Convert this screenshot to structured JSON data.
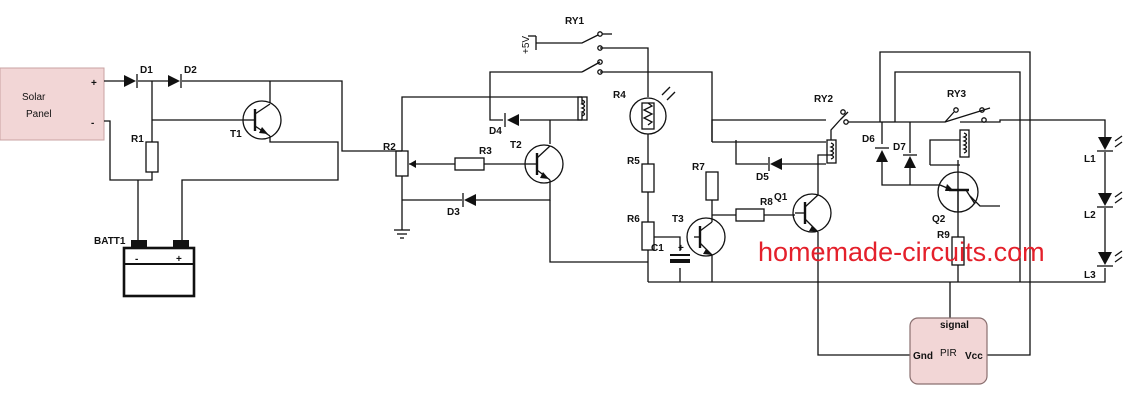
{
  "watermark": "homemade-circuits.com",
  "colors": {
    "wire": "#111111",
    "module_fill": "#f2d6d6",
    "watermark": "#e4202b"
  },
  "blocks": {
    "solar_panel": {
      "line1": "Solar",
      "line2": "Panel",
      "plus": "+",
      "minus": "-"
    },
    "battery": {
      "ref": "BATT1",
      "minus": "-",
      "plus": "+"
    },
    "pir": {
      "name": "PIR",
      "pin_signal": "signal",
      "pin_gnd": "Gnd",
      "pin_vcc": "Vcc"
    },
    "supply": "+5V"
  },
  "components": {
    "D1": "D1",
    "D2": "D2",
    "D3": "D3",
    "D4": "D4",
    "D5": "D5",
    "D6": "D6",
    "D7": "D7",
    "R1": "R1",
    "R2": "R2",
    "R3": "R3",
    "R4": "R4",
    "R5": "R5",
    "R6": "R6",
    "R7": "R7",
    "R8": "R8",
    "R9": "R9",
    "T1": "T1",
    "T2": "T2",
    "T3": "T3",
    "Q1": "Q1",
    "Q2": "Q2",
    "C1": "C1",
    "RY1": "RY1",
    "RY2": "RY2",
    "RY3": "RY3",
    "L1": "L1",
    "L2": "L2",
    "L3": "L3"
  }
}
